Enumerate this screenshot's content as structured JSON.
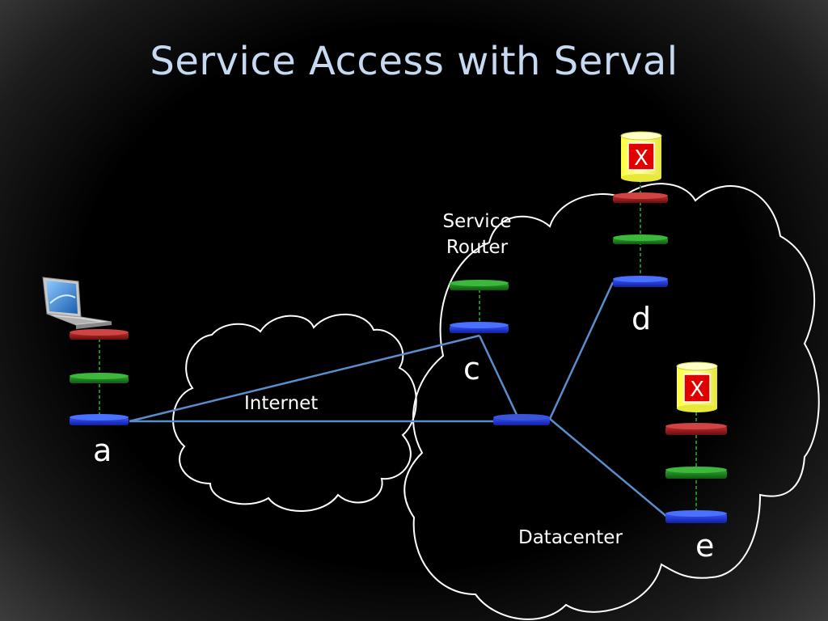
{
  "slide": {
    "title": "Service Access with Serval"
  },
  "labels": {
    "service_router": [
      "Service",
      "Router"
    ],
    "internet": "Internet",
    "datacenter": "Datacenter"
  },
  "nodes": {
    "a": {
      "label": "a"
    },
    "c": {
      "label": "c"
    },
    "d": {
      "label": "d"
    },
    "e": {
      "label": "e"
    }
  },
  "servers": {
    "d": {
      "mark": "X"
    },
    "e": {
      "mark": "X"
    }
  },
  "colors": {
    "background": "#000000",
    "title": "#c6d9f1",
    "link": "#5b8ccc",
    "cloud_stroke": "#ffffff",
    "layer_red": "#a21f1f",
    "layer_green": "#1e8a1e",
    "layer_blue": "#2040e0",
    "server_body": "#ffff66",
    "server_mark": "#e00000"
  },
  "icons": [
    "laptop-icon",
    "server-icon",
    "cloud-icon"
  ]
}
